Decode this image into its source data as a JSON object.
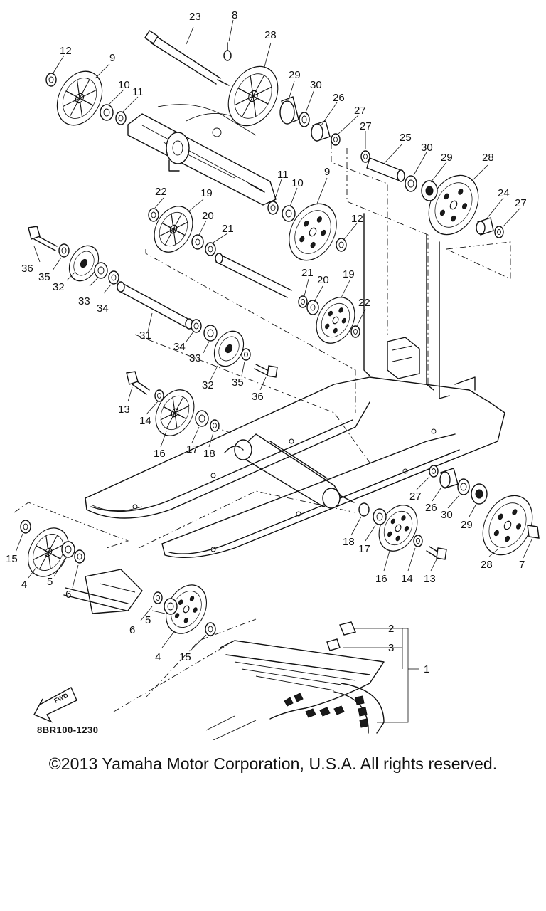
{
  "diagram": {
    "drawing_code": "8BR100-1230",
    "direction_mark": "FWD",
    "callouts": [
      {
        "id": "c23a",
        "text": "23"
      },
      {
        "id": "c8",
        "text": "8"
      },
      {
        "id": "c28a",
        "text": "28"
      },
      {
        "id": "c12a",
        "text": "12"
      },
      {
        "id": "c9a",
        "text": "9"
      },
      {
        "id": "c10a",
        "text": "10"
      },
      {
        "id": "c11a",
        "text": "11"
      },
      {
        "id": "c29a",
        "text": "29"
      },
      {
        "id": "c30a",
        "text": "30"
      },
      {
        "id": "c26a",
        "text": "26"
      },
      {
        "id": "c27a",
        "text": "27"
      },
      {
        "id": "c27b",
        "text": "27"
      },
      {
        "id": "c25",
        "text": "25"
      },
      {
        "id": "c30b",
        "text": "30"
      },
      {
        "id": "c29b",
        "text": "29"
      },
      {
        "id": "c28b",
        "text": "28"
      },
      {
        "id": "c24",
        "text": "24"
      },
      {
        "id": "c27c",
        "text": "27"
      },
      {
        "id": "c11b",
        "text": "11"
      },
      {
        "id": "c10b",
        "text": "10"
      },
      {
        "id": "c9b",
        "text": "9"
      },
      {
        "id": "c22a",
        "text": "22"
      },
      {
        "id": "c19a",
        "text": "19"
      },
      {
        "id": "c20a",
        "text": "20"
      },
      {
        "id": "c21a",
        "text": "21"
      },
      {
        "id": "c12b",
        "text": "12"
      },
      {
        "id": "c36a",
        "text": "36"
      },
      {
        "id": "c35a",
        "text": "35"
      },
      {
        "id": "c32a",
        "text": "32"
      },
      {
        "id": "c33a",
        "text": "33"
      },
      {
        "id": "c34a",
        "text": "34"
      },
      {
        "id": "c21b",
        "text": "21"
      },
      {
        "id": "c20b",
        "text": "20"
      },
      {
        "id": "c19b",
        "text": "19"
      },
      {
        "id": "c22b",
        "text": "22"
      },
      {
        "id": "c31",
        "text": "31"
      },
      {
        "id": "c34b",
        "text": "34"
      },
      {
        "id": "c33b",
        "text": "33"
      },
      {
        "id": "c32b",
        "text": "32"
      },
      {
        "id": "c35b",
        "text": "35"
      },
      {
        "id": "c36b",
        "text": "36"
      },
      {
        "id": "c13a",
        "text": "13"
      },
      {
        "id": "c14a",
        "text": "14"
      },
      {
        "id": "c16a",
        "text": "16"
      },
      {
        "id": "c17a",
        "text": "17"
      },
      {
        "id": "c18a",
        "text": "18"
      },
      {
        "id": "c27d",
        "text": "27"
      },
      {
        "id": "c26b",
        "text": "26"
      },
      {
        "id": "c30c",
        "text": "30"
      },
      {
        "id": "c29c",
        "text": "29"
      },
      {
        "id": "c18b",
        "text": "18"
      },
      {
        "id": "c17b",
        "text": "17"
      },
      {
        "id": "c16b",
        "text": "16"
      },
      {
        "id": "c14b",
        "text": "14"
      },
      {
        "id": "c13b",
        "text": "13"
      },
      {
        "id": "c28c",
        "text": "28"
      },
      {
        "id": "c7",
        "text": "7"
      },
      {
        "id": "c15a",
        "text": "15"
      },
      {
        "id": "c4a",
        "text": "4"
      },
      {
        "id": "c5a",
        "text": "5"
      },
      {
        "id": "c6a",
        "text": "6"
      },
      {
        "id": "c6b",
        "text": "6"
      },
      {
        "id": "c5b",
        "text": "5"
      },
      {
        "id": "c4b",
        "text": "4"
      },
      {
        "id": "c15b",
        "text": "15"
      },
      {
        "id": "c2",
        "text": "2"
      },
      {
        "id": "c3",
        "text": "3"
      },
      {
        "id": "c1",
        "text": "1"
      }
    ]
  },
  "copyright": "©2013 Yamaha Motor Corporation, U.S.A. All rights reserved."
}
